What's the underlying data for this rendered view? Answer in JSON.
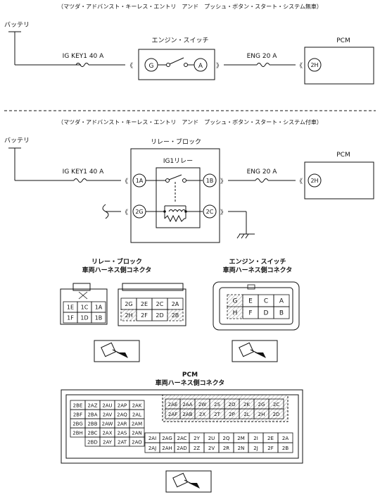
{
  "no_system_title": "（マツダ・アドバンスト・キーレス・エントリ　アンド　プッシュ・ボタン・スタート・システム無車）",
  "with_system_title": "（マツダ・アドバンスト・キーレス・エントリ　アンド　プッシュ・ボタン・スタート・システム付車）",
  "battery_label": "バッテリ",
  "ig_key1_label": "IG KEY1 40 A",
  "eng_label": "ENG 20 A",
  "pcm_label": "PCM",
  "engine_switch_label": "エンジン・スイッチ",
  "relay_block_label": "リレー・ブロック",
  "ig1_relay_label": "IG1リレー",
  "terminals": {
    "G": "G",
    "A": "A",
    "2H": "2H",
    "1A": "1A",
    "1B": "1B",
    "2G": "2G",
    "2C": "2C"
  },
  "relay_conn": {
    "title1": "リレー・ブロック",
    "title2": "車両ハーネス側コネクタ",
    "left_cells": [
      [
        "1E",
        "1C",
        "1A"
      ],
      [
        "1F",
        "1D",
        "1B"
      ]
    ],
    "right_cells": [
      [
        "2G",
        "2E",
        "2C",
        "2A"
      ],
      [
        "2H",
        "2F",
        "2D",
        "2B"
      ]
    ]
  },
  "eng_conn": {
    "title1": "エンジン・スイッチ",
    "title2": "車両ハーネス側コネクタ",
    "cells": [
      [
        "G",
        "E",
        "C",
        "A"
      ],
      [
        "H",
        "F",
        "D",
        "B"
      ]
    ]
  },
  "pcm_conn": {
    "title1": "PCM",
    "title2": "車両ハーネス側コネクタ",
    "left_rows": [
      [
        "2BE",
        "2AZ",
        "2AU",
        "2AP",
        "2AK"
      ],
      [
        "2BF",
        "2BA",
        "2AV",
        "2AQ",
        "2AL"
      ],
      [
        "2BG",
        "2BB",
        "2AW",
        "2AR",
        "2AM"
      ],
      [
        "2BH",
        "2BC",
        "2AX",
        "2AS",
        "2AN"
      ],
      [
        "",
        "2BD",
        "2AY",
        "2AT",
        "2AO"
      ]
    ],
    "top_rows": [
      [
        "2AE",
        "2AA",
        "2W",
        "2S",
        "2O",
        "2K",
        "2G",
        "2C"
      ],
      [
        "2AF",
        "2AB",
        "2X",
        "2T",
        "2P",
        "2L",
        "2H",
        "2D"
      ]
    ],
    "bottom_rows": [
      [
        "2AI",
        "2AG",
        "2AC",
        "2Y",
        "2U",
        "2Q",
        "2M",
        "2I",
        "2E",
        "2A"
      ],
      [
        "2AJ",
        "2AH",
        "2AD",
        "2Z",
        "2V",
        "2R",
        "2N",
        "2J",
        "2F",
        "2B"
      ]
    ]
  }
}
